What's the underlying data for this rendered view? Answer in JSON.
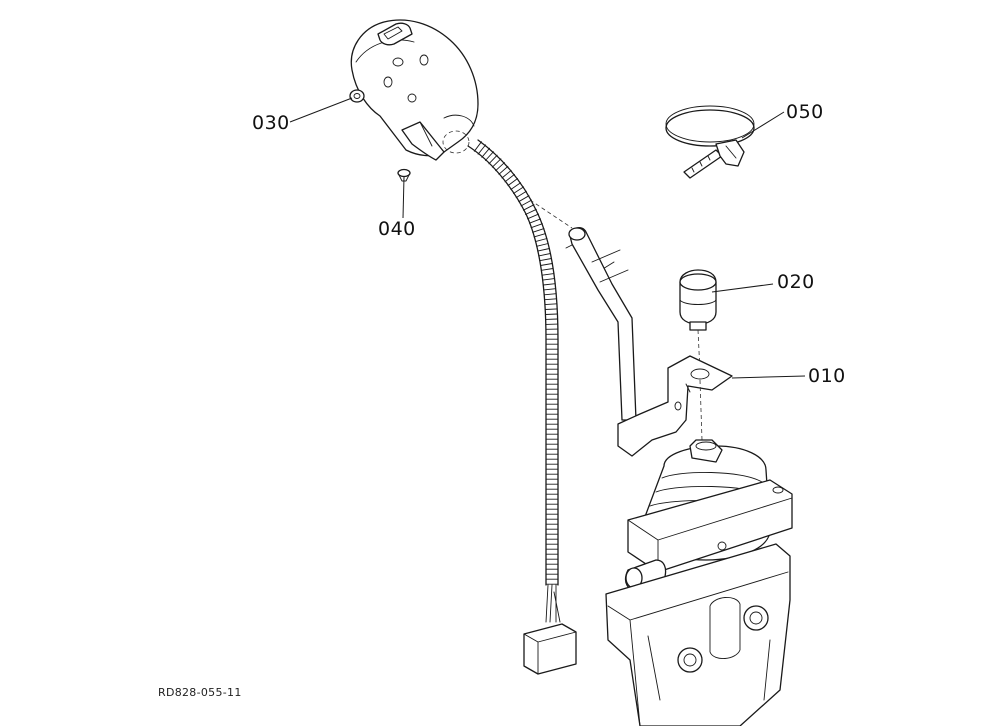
{
  "diagram": {
    "callouts": [
      {
        "id": "030",
        "label": "030"
      },
      {
        "id": "040",
        "label": "040"
      },
      {
        "id": "050",
        "label": "050"
      },
      {
        "id": "020",
        "label": "020"
      },
      {
        "id": "010",
        "label": "010"
      }
    ],
    "drawing_id": "RD828-055-11",
    "parts": [
      {
        "callout": "010",
        "name": "bracket-plate"
      },
      {
        "callout": "020",
        "name": "cap-knob"
      },
      {
        "callout": "030",
        "name": "joystick-grip"
      },
      {
        "callout": "040",
        "name": "screw"
      },
      {
        "callout": "050",
        "name": "hose-clamp-band"
      }
    ]
  }
}
